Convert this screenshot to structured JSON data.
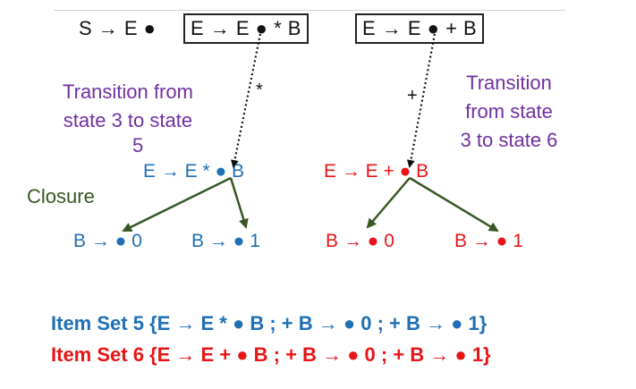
{
  "top": {
    "s_production": "S → E ●",
    "box_left": "E → E ● * B",
    "box_right": "E → E ● + B"
  },
  "arrows": {
    "star_symbol": "*",
    "plus_symbol": "+"
  },
  "left": {
    "transition_label": [
      "Transition from",
      "state 3 to state",
      "5"
    ],
    "closure_label": "Closure",
    "kernel": "E → E * ● B",
    "child_0": "B → ● 0",
    "child_1": "B → ● 1"
  },
  "right": {
    "transition_label": [
      "Transition",
      "from state",
      "3 to state 6"
    ],
    "kernel": "E → E + ● B",
    "child_0": "B → ● 0",
    "child_1": "B → ● 1"
  },
  "item_sets": {
    "set5": "Item Set 5 {E → E * ● B ; + B → ● 0 ;  + B → ● 1}",
    "set6": "Item Set 6 {E → E + ● B ; + B → ● 0 ; + B → ● 1}"
  },
  "colors": {
    "purple": "#7030a0",
    "green": "#375623",
    "blue": "#1f6fb5",
    "red": "#e81416",
    "black": "#111111"
  }
}
